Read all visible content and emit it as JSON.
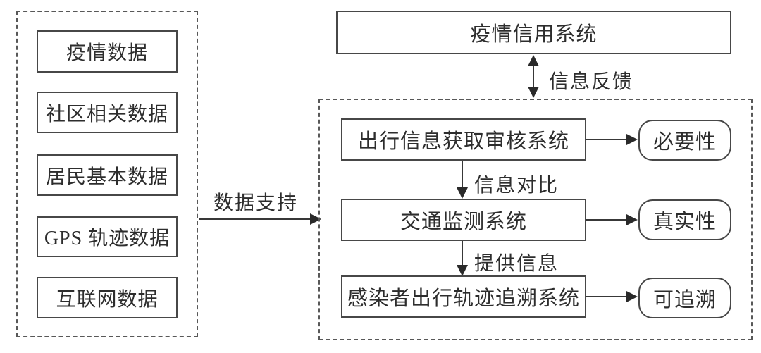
{
  "left_panel": {
    "items": [
      "疫情数据",
      "社区相关数据",
      "居民基本数据",
      "GPS 轨迹数据",
      "互联网数据"
    ]
  },
  "credit_system_box": "疫情信用系统",
  "arrow_labels": {
    "data_support": "数据支持",
    "info_feedback": "信息反馈",
    "info_compare": "信息对比",
    "provide_info": "提供信息"
  },
  "flow": [
    {
      "system": "出行信息获取审核系统",
      "attribute": "必要性"
    },
    {
      "system": "交通监测系统",
      "attribute": "真实性"
    },
    {
      "system": "感染者出行轨迹追溯系统",
      "attribute": "可追溯"
    }
  ],
  "colors": {
    "line": "#383838",
    "border": "#474747",
    "dashed_border": "#585858",
    "text": "#2d2d2d",
    "background": "#ffffff"
  }
}
